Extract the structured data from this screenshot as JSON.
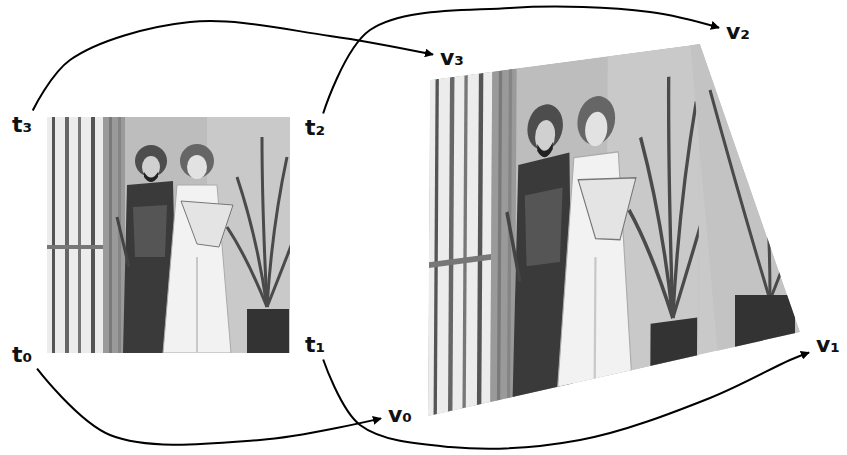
{
  "diagram": {
    "nodes": [
      {
        "text": [
          "t₀"
        ]
      },
      {
        "text": [
          "t₁"
        ]
      },
      {
        "text": [
          "t₂"
        ]
      },
      {
        "text": [
          "t₃"
        ]
      },
      {
        "text": [
          "v₀"
        ]
      },
      {
        "text": [
          "v₁"
        ]
      },
      {
        "text": [
          "v₂"
        ]
      },
      {
        "text": [
          "v₃"
        ]
      }
    ],
    "edges": [
      {
        "from": 0,
        "to": 4,
        "arrow": "to"
      },
      {
        "from": 1,
        "to": 5,
        "arrow": "to"
      },
      {
        "from": 2,
        "to": 6,
        "arrow": "to"
      },
      {
        "from": 3,
        "to": 7,
        "arrow": "to"
      }
    ]
  }
}
